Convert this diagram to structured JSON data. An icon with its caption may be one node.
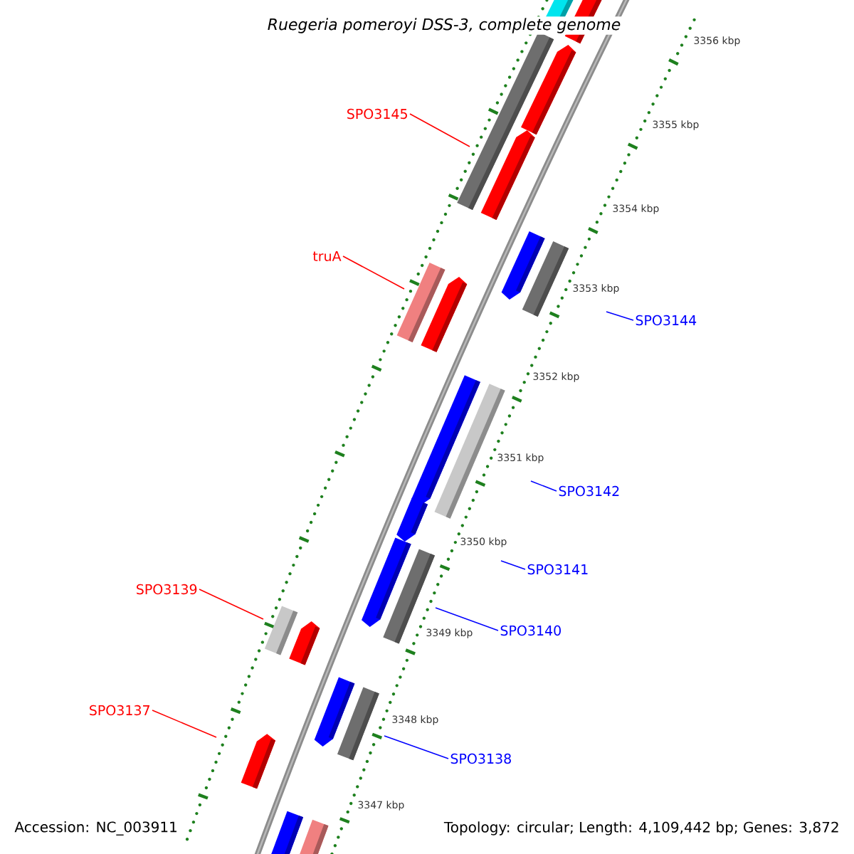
{
  "diagram": {
    "title": "Ruegeria pomeroyi DSS-3, complete genome",
    "nodes": [
      {
        "text": [
          "SPO3145"
        ]
      },
      {
        "text": [
          "truA"
        ]
      },
      {
        "text": [
          "SPO3144"
        ]
      },
      {
        "text": [
          "SPO3142"
        ]
      },
      {
        "text": [
          "SPO3141"
        ]
      },
      {
        "text": [
          "SPO3139"
        ]
      },
      {
        "text": [
          "SPO3140"
        ]
      },
      {
        "text": [
          "SPO3137"
        ]
      },
      {
        "text": [
          "SPO3138"
        ]
      }
    ],
    "edges": [
      {
        "from": 0,
        "to": null,
        "arrow": "none",
        "color": "#ff0000"
      },
      {
        "from": 1,
        "to": null,
        "arrow": "none",
        "color": "#ff0000"
      },
      {
        "from": 2,
        "to": null,
        "arrow": "none"
      },
      {
        "from": 3,
        "to": null,
        "arrow": "none"
      },
      {
        "from": 4,
        "to": null,
        "arrow": "none"
      },
      {
        "from": 5,
        "to": null,
        "arrow": "none",
        "color": "#ff0000"
      },
      {
        "from": 6,
        "to": null,
        "arrow": "none"
      },
      {
        "from": 7,
        "to": null,
        "arrow": "none",
        "color": "#ff0000"
      },
      {
        "from": 8,
        "to": null,
        "arrow": "none"
      }
    ],
    "labels": [
      "3356 kbp",
      "3355 kbp",
      "3354 kbp",
      "3353 kbp",
      "3352 kbp",
      "3351 kbp",
      "3350 kbp",
      "3349 kbp",
      "3348 kbp",
      "3347 kbp",
      "Accession: NC_003911",
      "Topology: circular; Length: 4,109,442 bp; Genes: 3,872"
    ]
  }
}
